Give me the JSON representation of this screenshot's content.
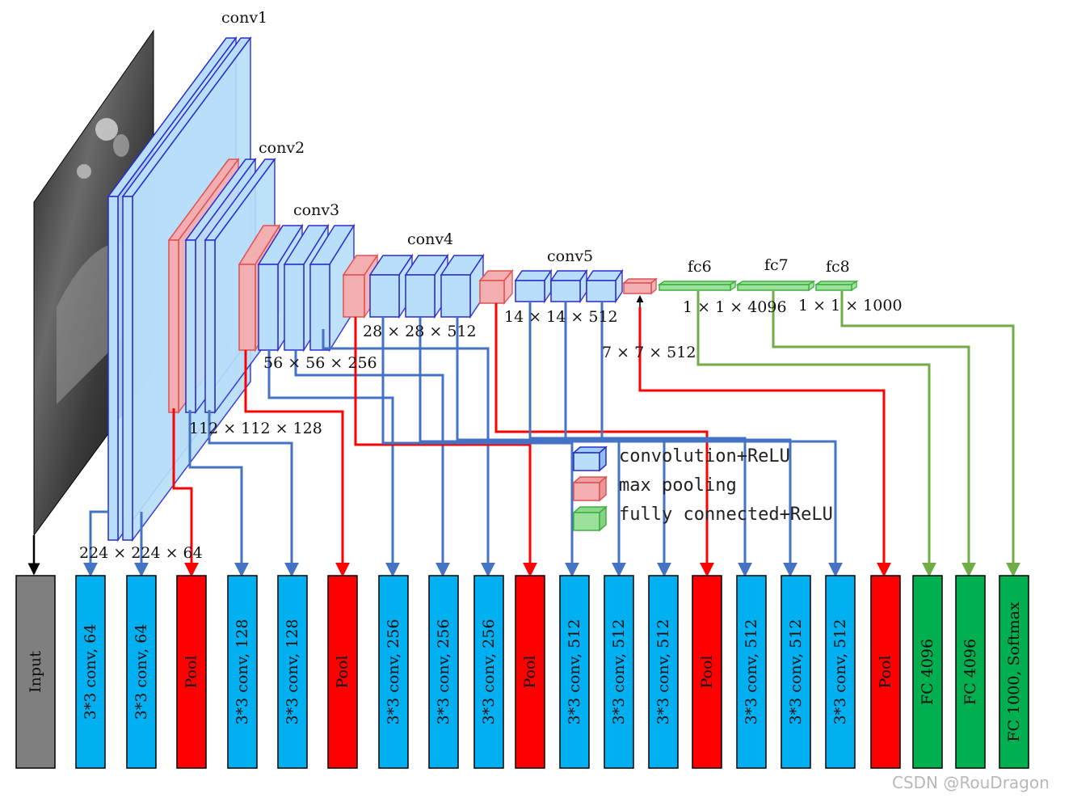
{
  "colors": {
    "conv_fill": "#b8defa",
    "conv_stroke": "#2a2ad0",
    "pool_fill": "#f2aeb0",
    "pool_stroke": "#e05050",
    "fc_fill": "#9be09b",
    "fc_stroke": "#3db03d",
    "arrow_blue": "#4472c4",
    "arrow_red": "#ff0000",
    "arrow_green": "#70ad47",
    "block_conv": "#00b0f0",
    "block_pool": "#ff0000",
    "block_fc": "#00b050",
    "block_input": "#7f7f7f"
  },
  "stage_labels": {
    "conv1": "conv1",
    "conv2": "conv2",
    "conv3": "conv3",
    "conv4": "conv4",
    "conv5": "conv5",
    "fc6": "fc6",
    "fc7": "fc7",
    "fc8": "fc8"
  },
  "dims": {
    "d224": "224 × 224 × 64",
    "d112": "112 × 112 × 128",
    "d56": "56 × 56 × 256",
    "d28": "28 × 28 × 512",
    "d14": "14 × 14 × 512",
    "d7": "7 × 7 × 512",
    "fc4096": "1 × 1 × 4096",
    "fc1000": "1 × 1 × 1000"
  },
  "legend": {
    "conv": "convolution+ReLU",
    "pool": "max pooling",
    "fc": "fully connected+ReLU"
  },
  "blocks": [
    {
      "label": "Input",
      "type": "input"
    },
    {
      "label": "3*3 conv, 64",
      "type": "conv"
    },
    {
      "label": "3*3 conv, 64",
      "type": "conv"
    },
    {
      "label": "Pool",
      "type": "pool"
    },
    {
      "label": "3*3 conv, 128",
      "type": "conv"
    },
    {
      "label": "3*3 conv, 128",
      "type": "conv"
    },
    {
      "label": "Pool",
      "type": "pool"
    },
    {
      "label": "3*3 conv, 256",
      "type": "conv"
    },
    {
      "label": "3*3 conv, 256",
      "type": "conv"
    },
    {
      "label": "3*3 conv, 256",
      "type": "conv"
    },
    {
      "label": "Pool",
      "type": "pool"
    },
    {
      "label": "3*3 conv, 512",
      "type": "conv"
    },
    {
      "label": "3*3 conv, 512",
      "type": "conv"
    },
    {
      "label": "3*3 conv, 512",
      "type": "conv"
    },
    {
      "label": "Pool",
      "type": "pool"
    },
    {
      "label": "3*3 conv, 512",
      "type": "conv"
    },
    {
      "label": "3*3 conv, 512",
      "type": "conv"
    },
    {
      "label": "3*3 conv, 512",
      "type": "conv"
    },
    {
      "label": "Pool",
      "type": "pool"
    },
    {
      "label": "FC 4096",
      "type": "fc"
    },
    {
      "label": "FC 4096",
      "type": "fc"
    },
    {
      "label": "FC 1000, Softmax",
      "type": "fc"
    }
  ],
  "watermark": "CSDN @RouDragon"
}
